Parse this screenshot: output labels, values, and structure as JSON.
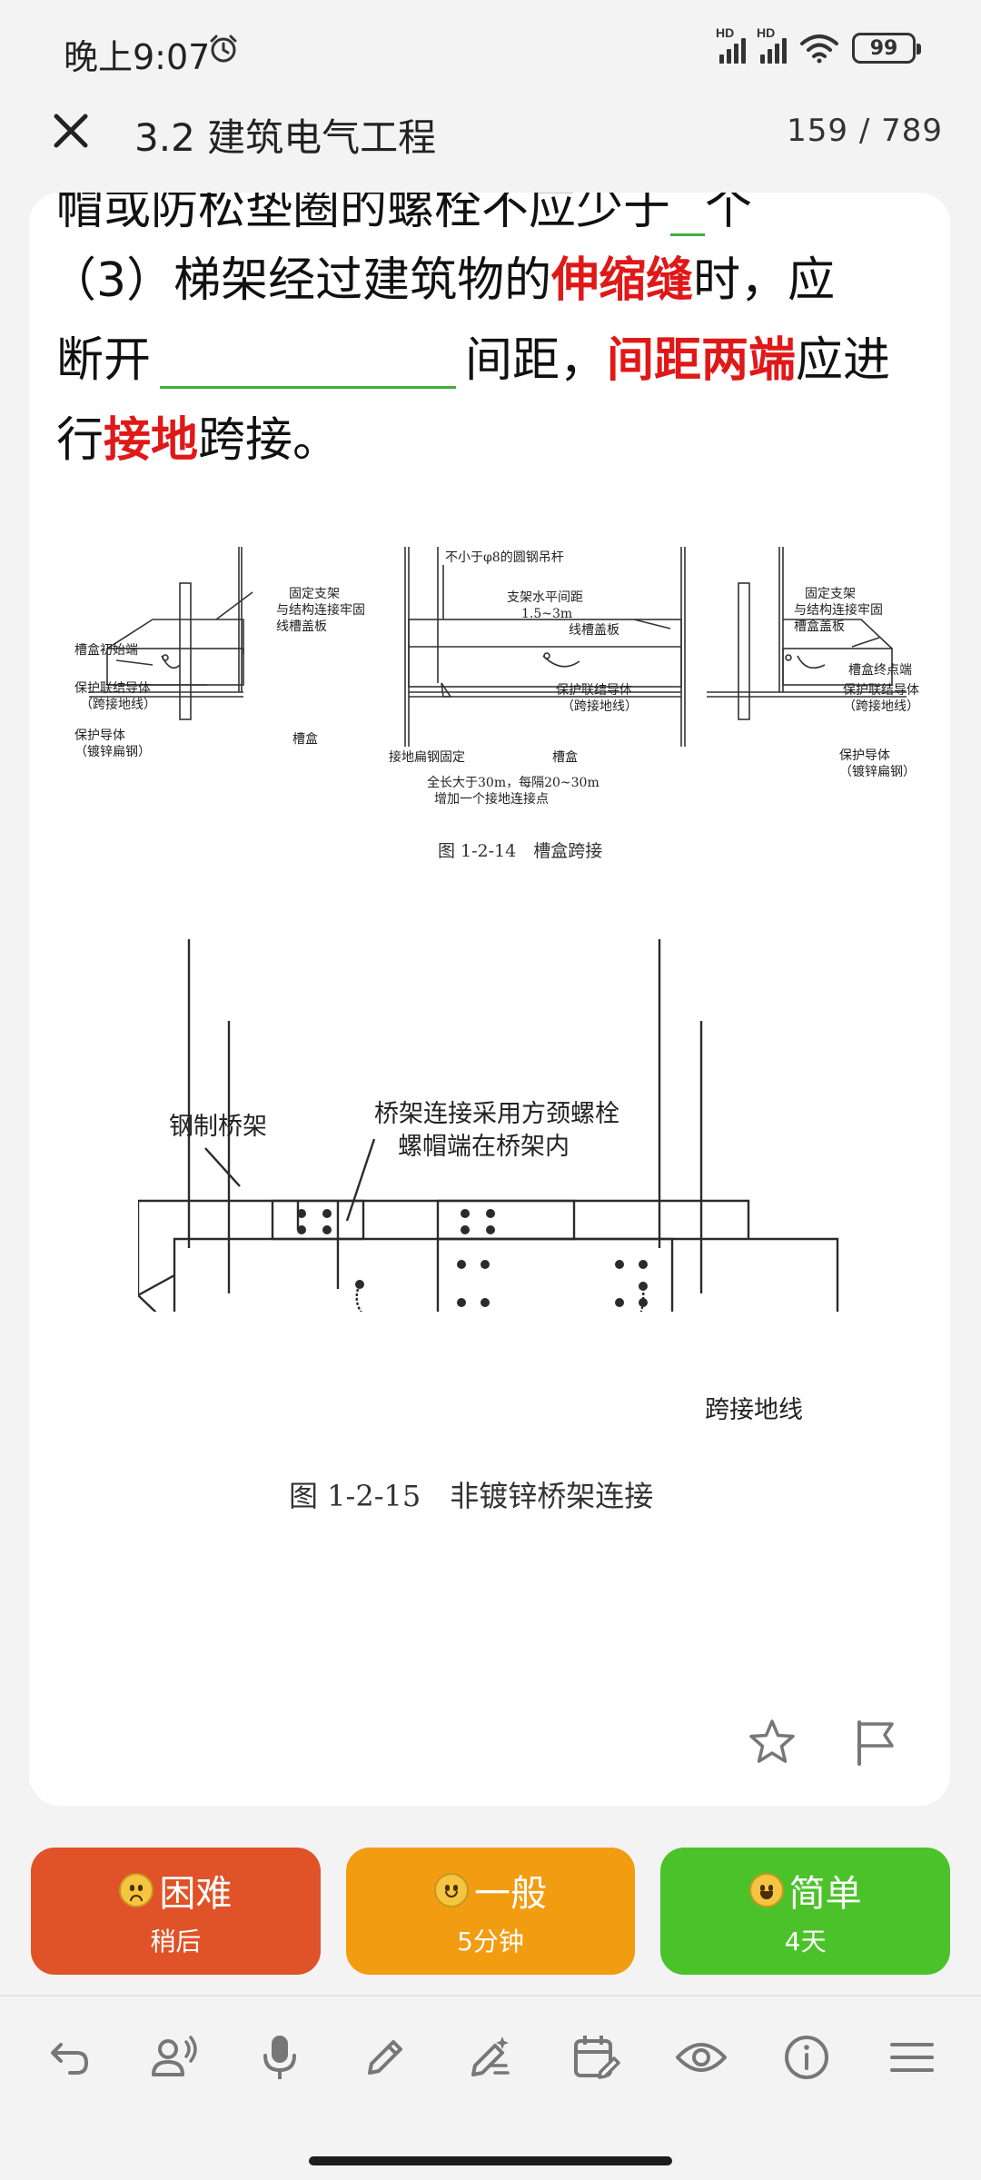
{
  "status_bar": {
    "time": "晚上9:07",
    "signal_labels": [
      "HD",
      "HD"
    ],
    "battery": "99"
  },
  "app_bar": {
    "title": "3.2 建筑电气工程",
    "counter": "159 / 789"
  },
  "card": {
    "line0": {
      "text": "帽或防松垫圈的螺栓不应少于",
      "tail": "个"
    },
    "line1": {
      "a": "（3）梯架经过建筑物的",
      "b": "伸缩缝",
      "c": "时，应"
    },
    "line2": {
      "a": "断开",
      "c": "间距，",
      "d": "间距两端",
      "e": "应进"
    },
    "line3": {
      "a": "行",
      "b": "接地",
      "c": "跨接。"
    }
  },
  "figure1": {
    "caption": "图 1-2-14　槽盒跨接",
    "labels": {
      "fixed_support": "固定支架",
      "fixed_support_note": "与结构连接牢固",
      "trough_cover": "线槽盖板",
      "trough_start": "槽盒初始端",
      "protective_bond": "保护联结导体",
      "bond_note": "（跨接地线）",
      "protective_conductor": "保护导体",
      "conductor_note": "（镀锌扁钢）",
      "trough": "槽盒",
      "hanger": "不小于φ8的圆钢吊杆",
      "support_spacing": "支架水平间距",
      "spacing_value": "1.5~3m",
      "flat_steel_fix": "接地扁钢固定",
      "length_rule": "全长大于30m，每隔20~30m",
      "length_rule2": "增加一个接地连接点",
      "trough_end": "槽盒终点端",
      "trough_cover2": "槽盒盖板"
    }
  },
  "figure2": {
    "caption": "图 1-2-15　非镀锌桥架连接",
    "labels": {
      "steel_tray": "钢制桥架",
      "bolt_note": "桥架连接采用方颈螺栓",
      "bolt_note2": "螺帽端在桥架内",
      "jumper": "跨接地线"
    }
  },
  "rating": {
    "hard": {
      "label": "困难",
      "sub": "稍后"
    },
    "ok": {
      "label": "一般",
      "sub": "5分钟"
    },
    "easy": {
      "label": "简单",
      "sub": "4天"
    }
  },
  "colors": {
    "hard": "#e05227",
    "ok": "#f29c12",
    "easy": "#4cc22a",
    "highlight_red": "#e01818",
    "blank_green": "#3fae3f"
  },
  "toolbar_icons": [
    "undo-icon",
    "voice-icon",
    "mic-icon",
    "pencil-icon",
    "edit-sparkle-icon",
    "calendar-edit-icon",
    "eye-icon",
    "info-icon",
    "menu-icon"
  ]
}
